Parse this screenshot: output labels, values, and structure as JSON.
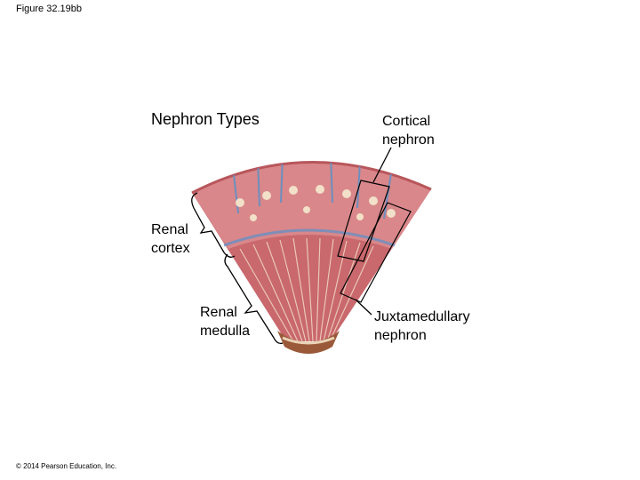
{
  "figure_label": "Figure 32.19bb",
  "title": "Nephron Types",
  "labels": {
    "cortical": [
      "Cortical",
      "nephron"
    ],
    "renal_cortex": [
      "Renal",
      "cortex"
    ],
    "renal_medulla": [
      "Renal",
      "medulla"
    ],
    "juxtamedullary": [
      "Juxtamedullary",
      "nephron"
    ]
  },
  "copyright": "© 2014 Pearson Education, Inc.",
  "colors": {
    "cortex": "#d9878a",
    "medulla": "#c9686d",
    "blood_vessel": "#6d8fbf",
    "tubule": "#f2e0c8",
    "pelvis": "#9a5a3a"
  }
}
